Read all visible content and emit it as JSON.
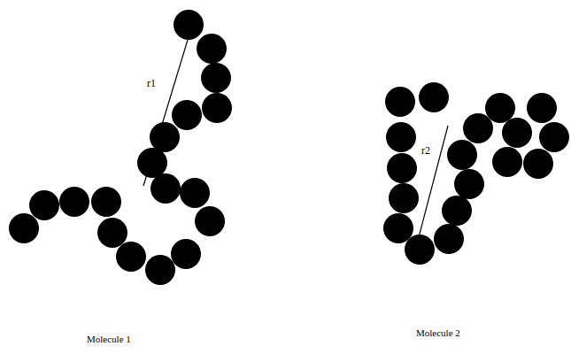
{
  "diagram": {
    "labels": [
      "r1",
      "r2",
      "Molecule 1",
      "Molecule 2"
    ]
  }
}
